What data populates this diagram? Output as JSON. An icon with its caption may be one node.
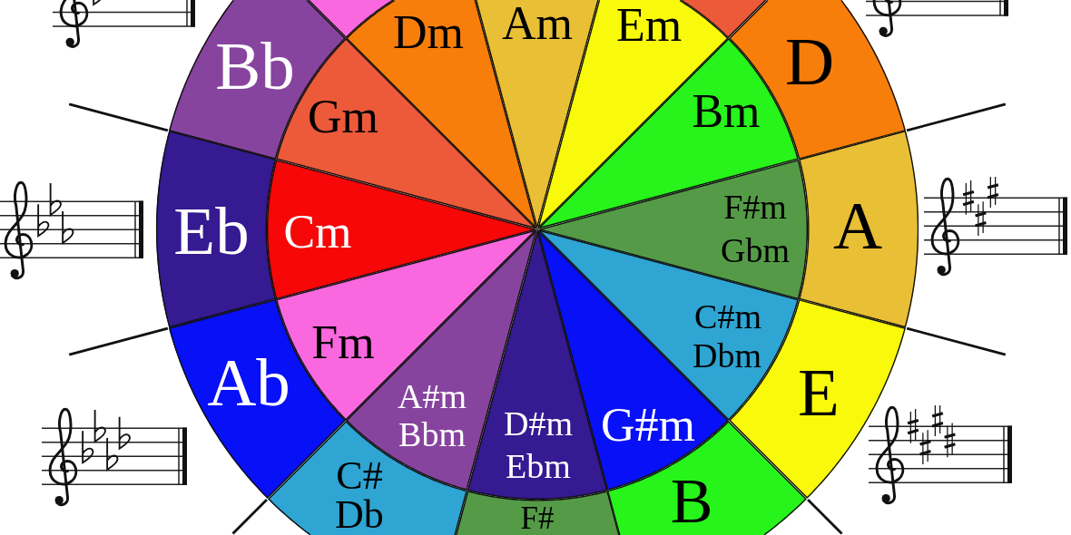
{
  "diagram": {
    "nodes": [
      {
        "text": [],
        "shape": "sector"
      },
      {
        "text": [
          "Am"
        ]
      },
      {
        "text": [],
        "shape": "sector"
      },
      {
        "text": [
          "Em"
        ]
      },
      {
        "text": [
          "Dm"
        ]
      },
      {
        "text": [
          "D"
        ]
      },
      {
        "text": [
          "Bb"
        ]
      },
      {
        "text": [
          "Bm"
        ]
      },
      {
        "text": [
          "Gm"
        ]
      },
      {
        "text": [
          "F#m",
          "Gbm"
        ]
      },
      {
        "text": [
          "A"
        ]
      },
      {
        "text": [
          "Eb"
        ]
      },
      {
        "text": [
          "Cm"
        ]
      },
      {
        "text": [
          "C#m",
          "Dbm"
        ]
      },
      {
        "text": [
          "Fm"
        ]
      },
      {
        "text": [
          "Ab"
        ]
      },
      {
        "text": [
          "E"
        ]
      },
      {
        "text": [
          "A#m",
          "Bbm"
        ]
      },
      {
        "text": [
          "G#m"
        ]
      },
      {
        "text": [
          "D#m",
          "Ebm"
        ]
      },
      {
        "text": [
          "C#",
          "Db"
        ]
      },
      {
        "text": [
          "B"
        ]
      },
      {
        "text": [
          "F#"
        ]
      }
    ]
  }
}
